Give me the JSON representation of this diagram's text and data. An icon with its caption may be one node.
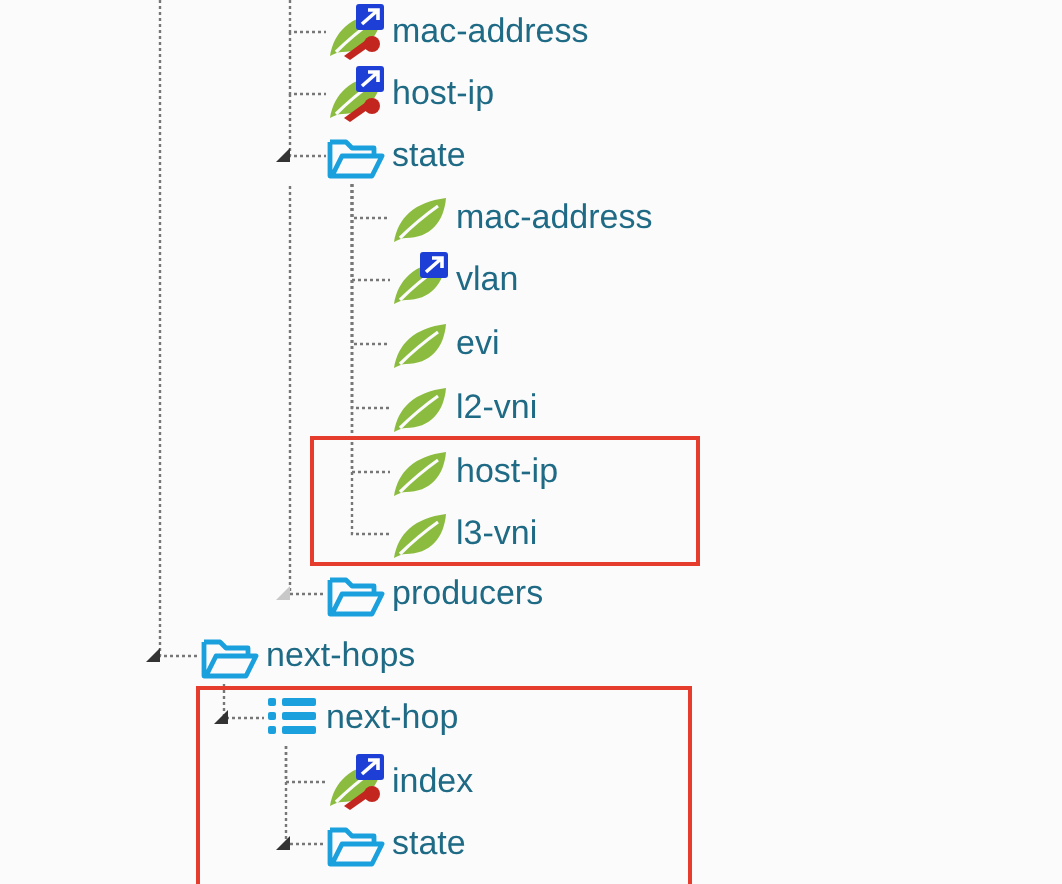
{
  "diagram": {
    "nodes": [
      {
        "text": [
          "mac-address"
        ]
      },
      {
        "text": [
          "host-ip"
        ]
      },
      {
        "text": [
          "state"
        ]
      },
      {
        "text": [
          "mac-address"
        ]
      },
      {
        "text": [
          "vlan"
        ]
      },
      {
        "text": [
          "evi"
        ]
      },
      {
        "text": [
          "l2-vni"
        ]
      },
      {
        "text": [],
        "shape": "box"
      },
      {
        "text": [
          "host-ip"
        ],
        "in": 7
      },
      {
        "text": [
          "l3-vni"
        ],
        "in": 7
      },
      {
        "text": [
          "producers"
        ]
      },
      {
        "text": [
          "next-hops"
        ]
      },
      {
        "text": [],
        "shape": "box"
      },
      {
        "text": [
          "next-hop"
        ],
        "in": 12
      },
      {
        "text": [
          "index"
        ],
        "in": 12
      },
      {
        "text": [
          "state"
        ],
        "in": 12
      }
    ],
    "edges": [
      {
        "from": null,
        "to": 0,
        "arrow": "none"
      },
      {
        "from": null,
        "to": 1,
        "arrow": "none"
      },
      {
        "from": null,
        "to": 2,
        "arrow": "none"
      },
      {
        "from": 2,
        "to": 3,
        "arrow": "none"
      },
      {
        "from": 2,
        "to": 4,
        "arrow": "none"
      },
      {
        "from": 2,
        "to": 5,
        "arrow": "none"
      },
      {
        "from": 2,
        "to": 6,
        "arrow": "none"
      },
      {
        "from": 2,
        "to": 8,
        "arrow": "none"
      },
      {
        "from": 2,
        "to": 9,
        "arrow": "none"
      },
      {
        "from": null,
        "to": 10,
        "arrow": "none"
      },
      {
        "from": null,
        "to": 11,
        "arrow": "none"
      },
      {
        "from": 11,
        "to": 13,
        "arrow": "none"
      },
      {
        "from": 13,
        "to": 14,
        "arrow": "none"
      },
      {
        "from": 13,
        "to": 15,
        "arrow": "none"
      }
    ]
  }
}
